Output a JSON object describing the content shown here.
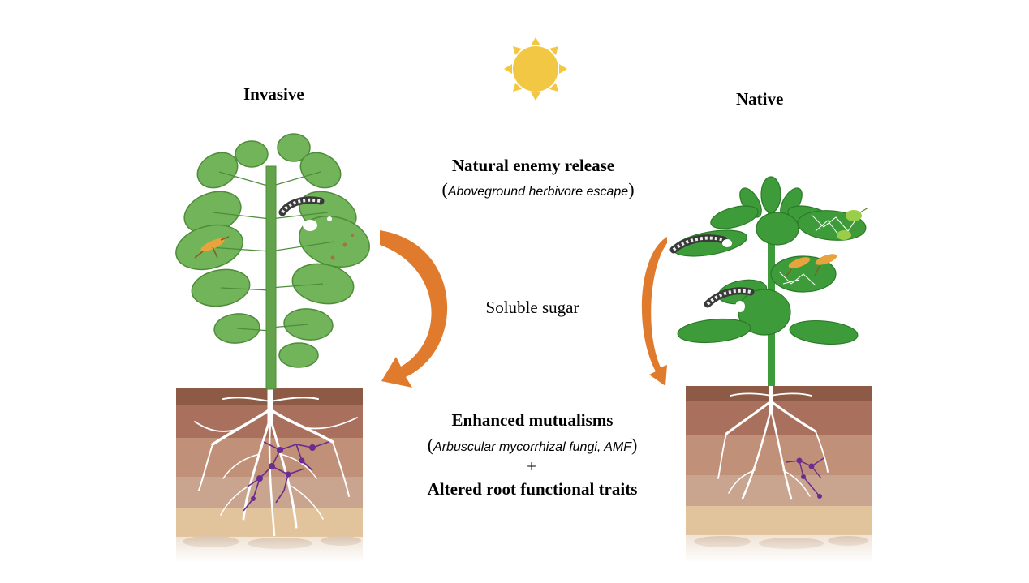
{
  "labels": {
    "invasive": "Invasive",
    "native": "Native",
    "enemy_release": "Natural enemy release",
    "enemy_release_detail": "Aboveground herbivore escape",
    "soluble_sugar": "Soluble sugar",
    "mutualisms": "Enhanced mutualisms",
    "mutualisms_detail": "Arbuscular mycorrhizal fungi, AMF",
    "plus": "+",
    "root_traits": "Altered root functional traits"
  },
  "colors": {
    "sun": "#F2C744",
    "arrow": "#E07A2C",
    "leaf_invasive": "#72B45A",
    "leaf_native": "#3E9B3A",
    "soil_top": "#8C5A45",
    "soil_mid": "#B27A66",
    "soil_low": "#C9A58F",
    "soil_base": "#E2C49C",
    "roots": "#FFFFFF",
    "fungi": "#6A2C8E"
  },
  "icons": [
    "sun-icon",
    "caterpillar-icon",
    "grasshopper-icon",
    "aphid-icon"
  ]
}
